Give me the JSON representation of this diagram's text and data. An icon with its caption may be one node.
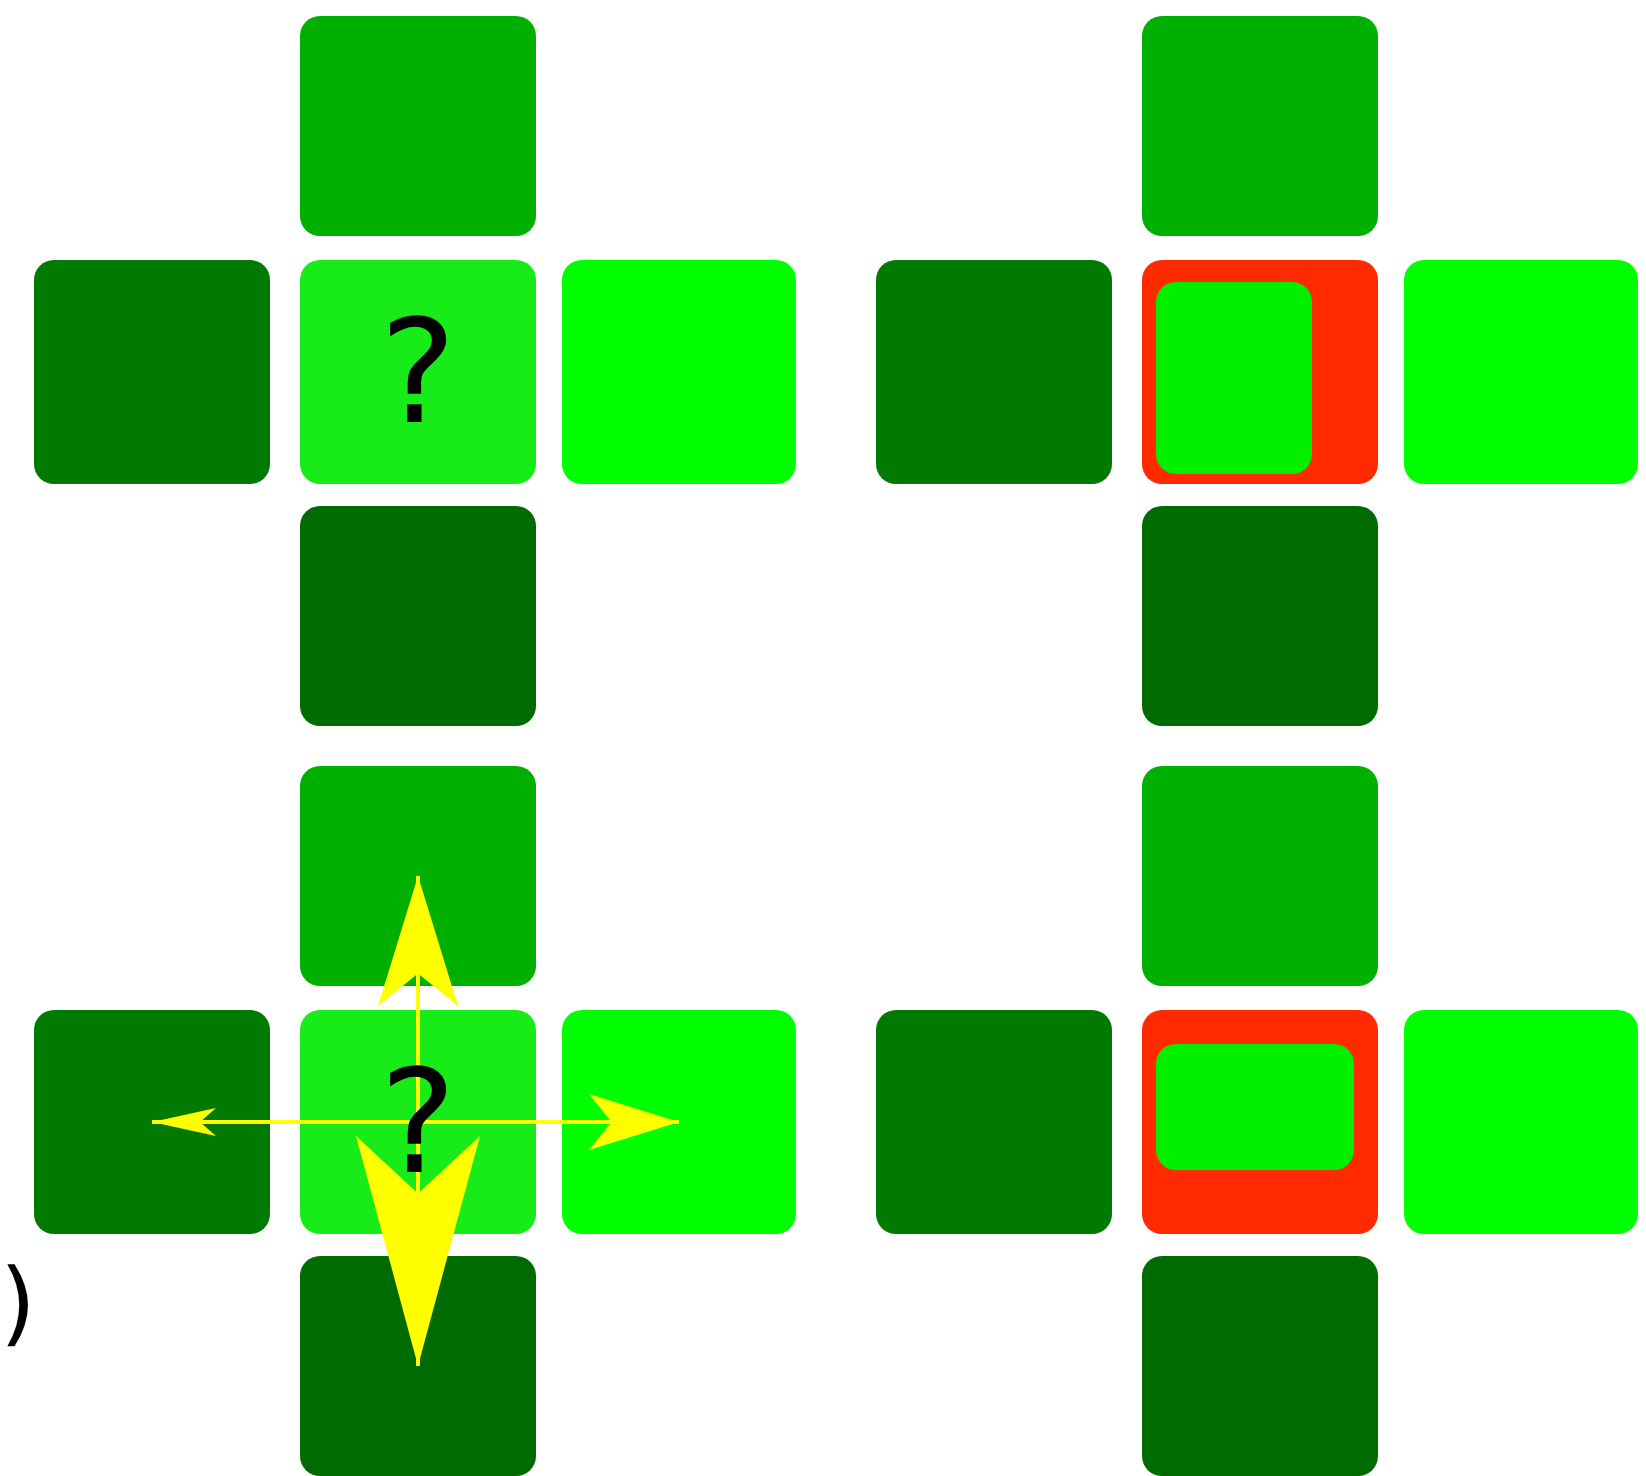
{
  "diagram": {
    "nodes": [
      {
        "text": [],
        "shape": "box"
      },
      {
        "text": [],
        "shape": "box"
      },
      {
        "text": [
          "?"
        ]
      },
      {
        "text": [],
        "shape": "box"
      },
      {
        "text": [],
        "shape": "box"
      },
      {
        "text": [],
        "shape": "box"
      },
      {
        "text": [],
        "shape": "box"
      },
      {
        "text": [],
        "shape": "box"
      },
      {
        "text": [],
        "shape": "box",
        "in": 7
      },
      {
        "text": [],
        "shape": "box"
      },
      {
        "text": [],
        "shape": "box"
      },
      {
        "text": [],
        "shape": "box"
      },
      {
        "text": [],
        "shape": "box"
      },
      {
        "text": [
          "?"
        ]
      },
      {
        "text": [],
        "shape": "box"
      },
      {
        "text": [],
        "shape": "box"
      },
      {
        "text": [],
        "shape": "box"
      },
      {
        "text": [],
        "shape": "box"
      },
      {
        "text": [],
        "shape": "box"
      },
      {
        "text": [],
        "shape": "box",
        "in": 18
      },
      {
        "text": [],
        "shape": "box"
      },
      {
        "text": [],
        "shape": "box"
      }
    ],
    "edges": [
      {
        "from": 13,
        "to": 11,
        "arrow": "to"
      },
      {
        "from": 13,
        "to": 12,
        "arrow": "to"
      },
      {
        "from": 13,
        "to": 14,
        "arrow": "to"
      },
      {
        "from": 13,
        "to": 15,
        "arrow": "to"
      }
    ],
    "labels": [
      ")"
    ]
  }
}
